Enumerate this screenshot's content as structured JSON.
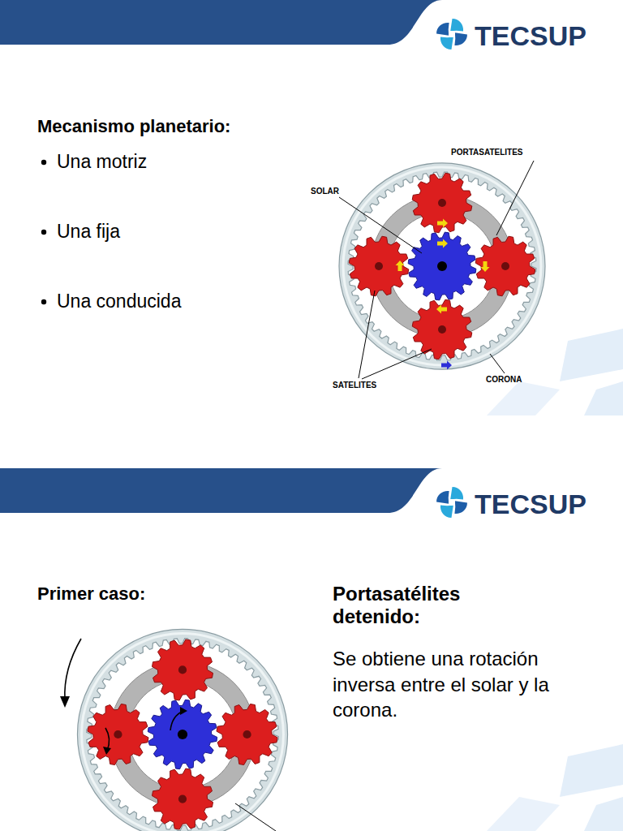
{
  "diagram": {
    "title": "Mecanismo planetario:",
    "labels": [
      "TECSUP",
      "Una motriz",
      "Una fija",
      "Una conducida",
      "PORTASATELITES",
      "SOLAR",
      "SATELITES",
      "CORONA",
      "TECSUP",
      "Primer caso:",
      "Portasatélites detenido:",
      "Se obtiene una rotación inversa entre el solar y la corona."
    ]
  }
}
